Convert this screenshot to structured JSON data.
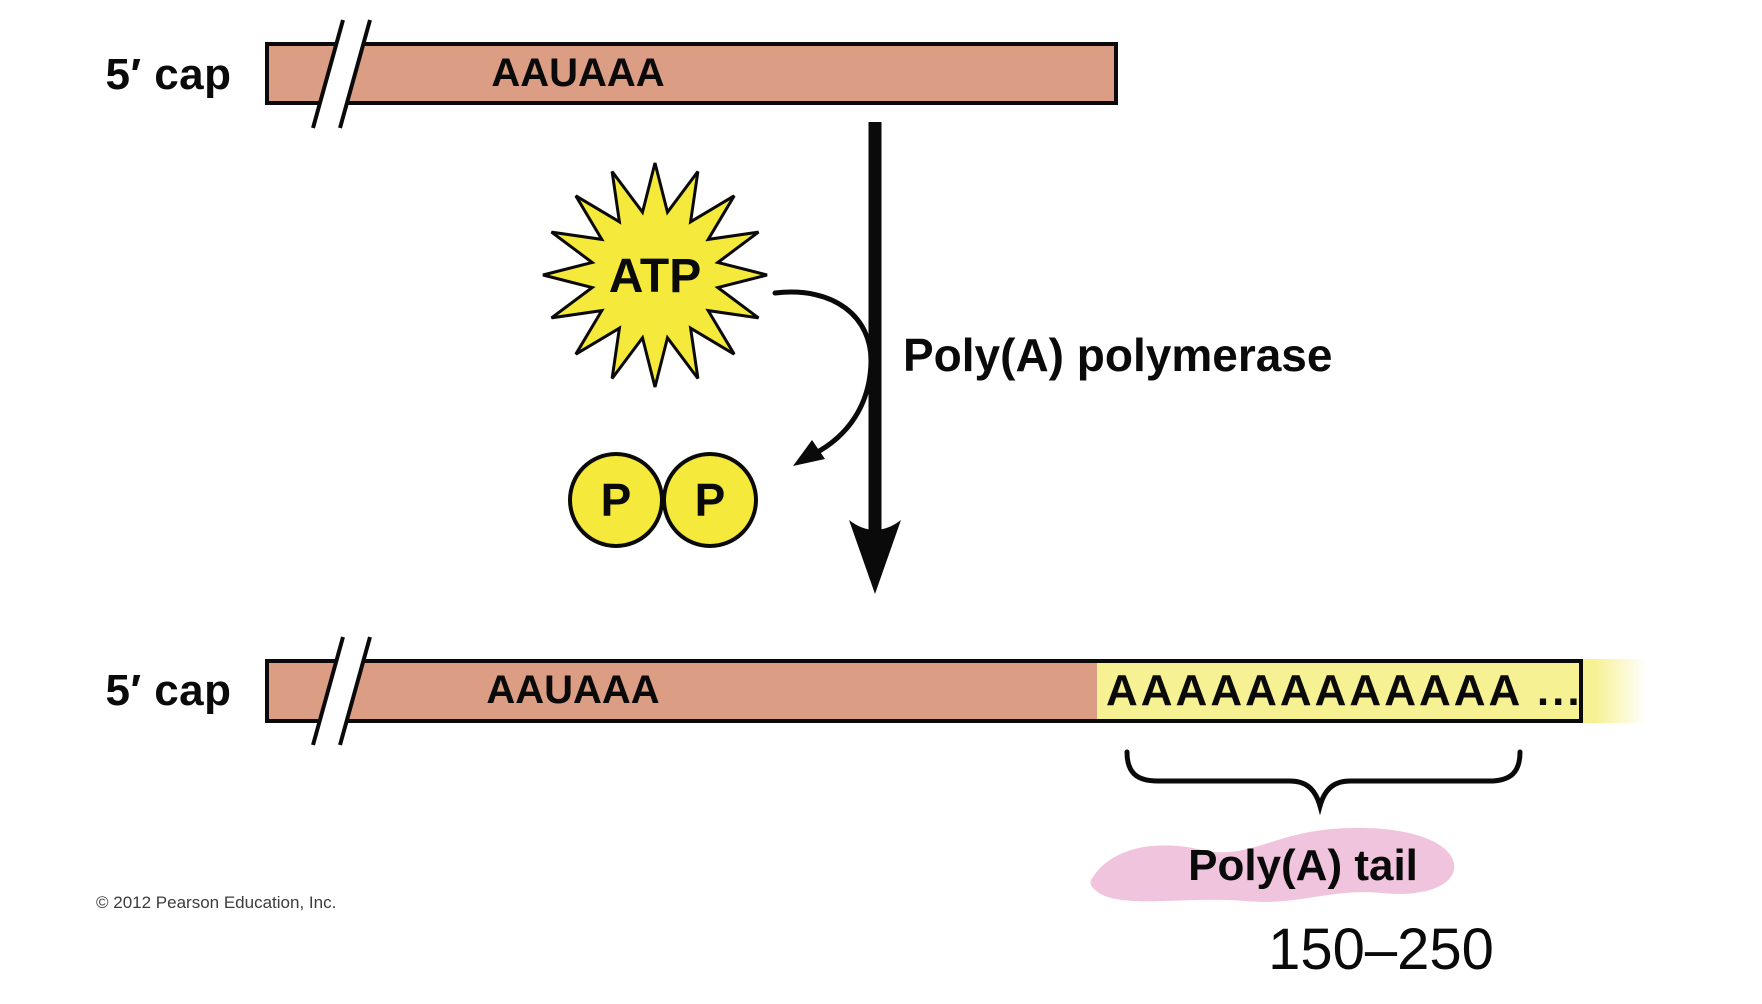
{
  "colors": {
    "mrna_body": "#DC9D85",
    "atp_yellow": "#F5EA3C",
    "tail_yellow": "#F6F193",
    "highlight_pink": "#F0BED9",
    "outline_black": "#0A0A0A",
    "copyright_gray": "#3C3C3C"
  },
  "pre_mrna": {
    "cap_label": "5′ cap",
    "polyadenylation_signal": "AAUAAA"
  },
  "reaction": {
    "atp_label": "ATP",
    "enzyme_label": "Poly(A) polymerase",
    "phosphate_labels": [
      "P",
      "P"
    ]
  },
  "mature_mrna": {
    "cap_label": "5′ cap",
    "polyadenylation_signal": "AAUAAA",
    "tail_sequence": "AAAAAAAAAAAA ...",
    "tail_label": "Poly(A) tail",
    "tail_length": "150–250"
  },
  "footer": {
    "copyright": "© 2012 Pearson Education, Inc."
  }
}
